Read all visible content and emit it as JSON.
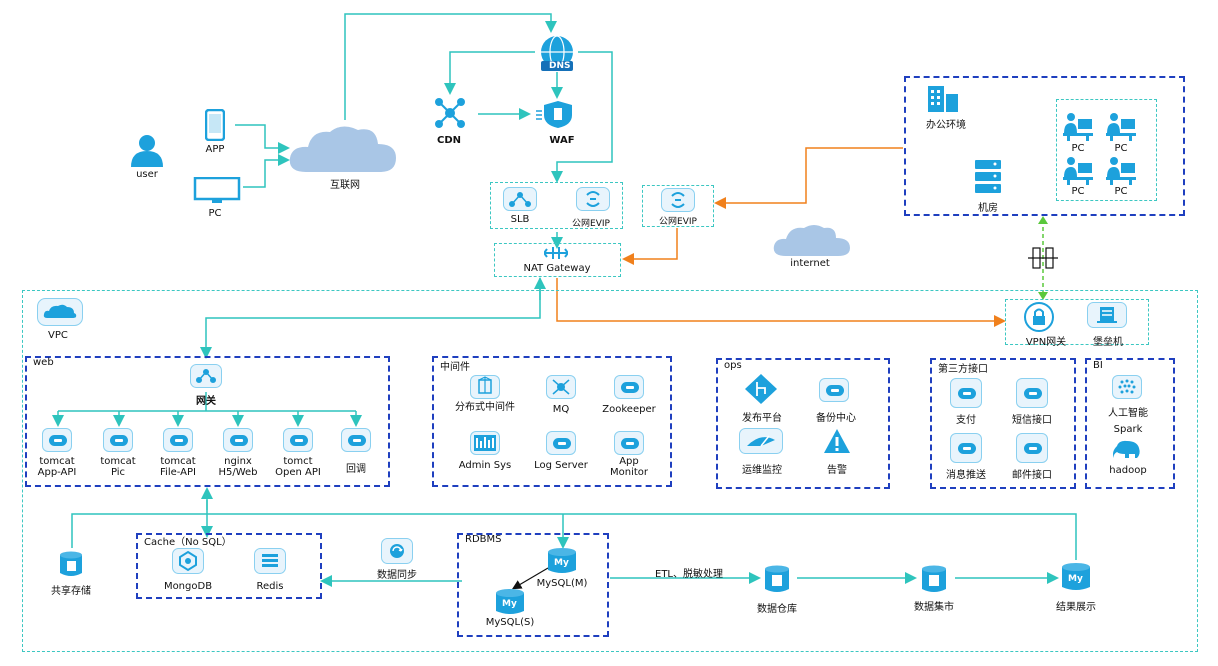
{
  "top": {
    "user": "user",
    "app": "APP",
    "pc": "PC",
    "internet_cloud": "互联网",
    "dns": "DNS",
    "cdn": "CDN",
    "waf": "WAF",
    "slb": "SLB",
    "eip1": "公网EVIP",
    "eip2": "公网EVIP",
    "nat": "NAT Gateway",
    "internet": "internet"
  },
  "office": {
    "env": "办公环境",
    "room": "机房",
    "pcs": [
      "PC",
      "PC",
      "PC",
      "PC"
    ]
  },
  "vpc": {
    "label": "VPC",
    "vpn": "VPN网关",
    "bastion": "堡垒机"
  },
  "web": {
    "title": "web",
    "gateway": "网关",
    "services": [
      [
        "tomcat",
        "App-API"
      ],
      [
        "tomcat",
        "Pic"
      ],
      [
        "tomcat",
        "File-API"
      ],
      [
        "nginx",
        "H5/Web"
      ],
      [
        "tomct",
        "Open API"
      ],
      [
        "回调",
        ""
      ]
    ]
  },
  "middleware": {
    "title": "中间件",
    "items": [
      "分布式中间件",
      "MQ",
      "Zookeeper",
      "Admin Sys",
      "Log Server",
      "App Monitor"
    ]
  },
  "ops": {
    "title": "ops",
    "items": [
      "发布平台",
      "备份中心",
      "运维监控",
      "告警"
    ]
  },
  "third": {
    "title": "第三方接口",
    "items": [
      "支付",
      "短信接口",
      "消息推送",
      "邮件接口"
    ]
  },
  "bi": {
    "title": "BI",
    "ai": "人工智能",
    "spark": "Spark",
    "hadoop": "hadoop"
  },
  "data": {
    "shared": "共享存储",
    "cache_title": "Cache（No SQL）",
    "mongo": "MongoDB",
    "redis": "Redis",
    "sync": "数据同步",
    "rdbms": "RDBMS",
    "mysql_m": "MySQL(M)",
    "mysql_s": "MySQL(S)",
    "etl": "ETL、脱敏处理",
    "warehouse": "数据仓库",
    "mart": "数据集市",
    "result": "结果展示",
    "my": "My"
  },
  "colors": {
    "teal": "#2ec4bd",
    "orange": "#f0801c",
    "green": "#5ac83c",
    "blue": "#1da1dc",
    "navy": "#1f3fbf"
  }
}
